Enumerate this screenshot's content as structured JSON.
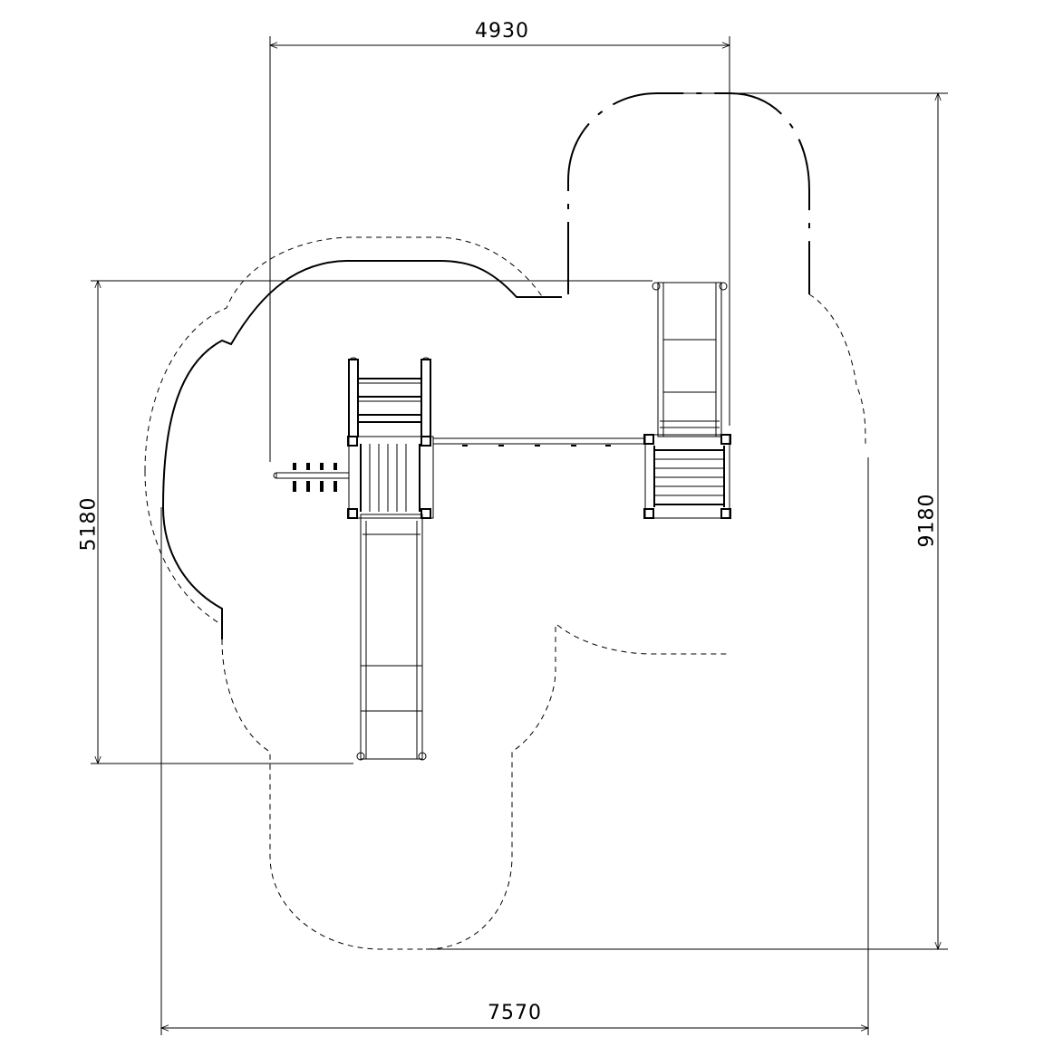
{
  "drawing": {
    "title": "Playground equipment plan view with safety zone",
    "colors": {
      "line": "#000000",
      "background": "#ffffff"
    },
    "dimensions": {
      "top_width": "4930",
      "overall_width": "7570",
      "left_height": "5180",
      "overall_height": "9180"
    }
  }
}
